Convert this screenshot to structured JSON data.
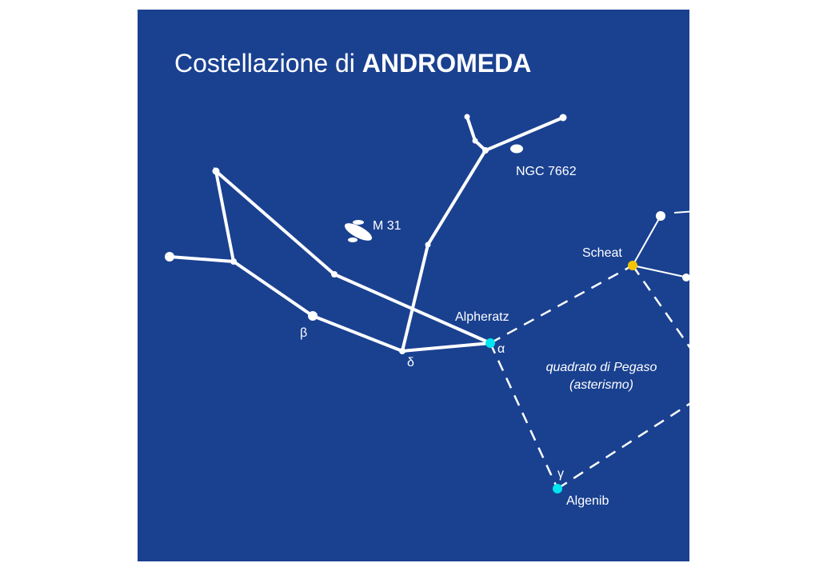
{
  "title": {
    "prefix": "Costellazione di ",
    "name": "ANDROMEDA"
  },
  "colors": {
    "background": "#1a4190",
    "lines": "#ffffff",
    "alpha_stars": "#00e5f0",
    "scheat": "#f5c400"
  },
  "labels": {
    "m31": "M 31",
    "ngc7662": "NGC 7662",
    "alpheratz": "Alpheratz",
    "alpha": "α",
    "beta": "β",
    "delta": "δ",
    "gamma": "γ",
    "scheat": "Scheat",
    "algenib": "Algenib",
    "asterism_line1": "quadrato di Pegaso",
    "asterism_line2": "(asterismo)"
  }
}
